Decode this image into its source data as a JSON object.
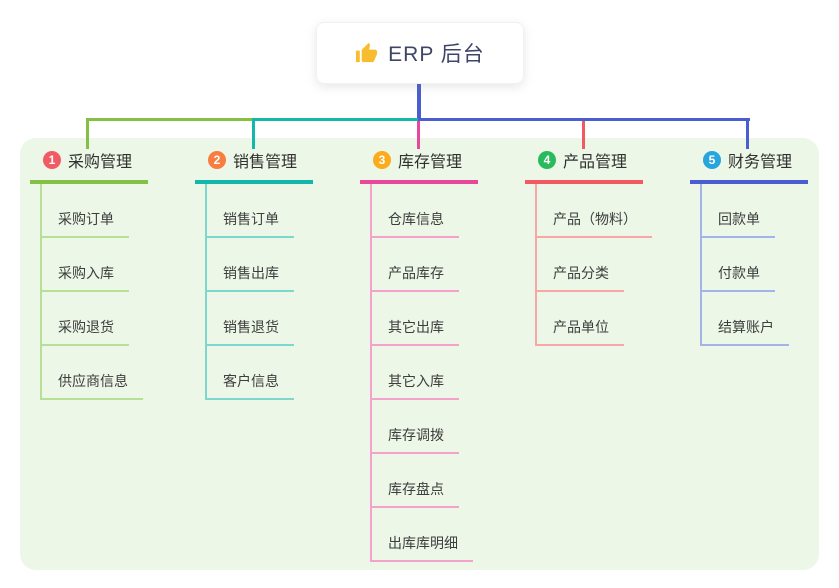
{
  "root": {
    "label": "ERP 后台",
    "icon": "thumbs-up-icon",
    "icon_color": "#f7bd2f"
  },
  "branches": [
    {
      "label": "采购管理",
      "badge": "1",
      "badge_color": "#f15b64",
      "line_color": "#83c044",
      "child_line_color": "#b8df97",
      "children": [
        "采购订单",
        "采购入库",
        "采购退货",
        "供应商信息"
      ]
    },
    {
      "label": "销售管理",
      "badge": "2",
      "badge_color": "#f87d41",
      "line_color": "#14b8ab",
      "child_line_color": "#7ed7cd",
      "children": [
        "销售订单",
        "销售出库",
        "销售退货",
        "客户信息"
      ]
    },
    {
      "label": "库存管理",
      "badge": "3",
      "badge_color": "#fbab1c",
      "line_color": "#e8489b",
      "child_line_color": "#f3a2cb",
      "children": [
        "仓库信息",
        "产品库存",
        "其它出库",
        "其它入库",
        "库存调拨",
        "库存盘点",
        "出库库明细"
      ]
    },
    {
      "label": "产品管理",
      "badge": "4",
      "badge_color": "#2aba5e",
      "line_color": "#f15b60",
      "child_line_color": "#f9a6a6",
      "children": [
        "产品（物料）",
        "产品分类",
        "产品单位"
      ]
    },
    {
      "label": "财务管理",
      "badge": "5",
      "badge_color": "#27a5dc",
      "line_color": "#4a5ed1",
      "child_line_color": "#a2b4ea",
      "children": [
        "回款单",
        "付款单",
        "结算账户"
      ]
    }
  ],
  "connectors": {
    "root_line_color": "#4a5ed1",
    "top_segment_colors": [
      "#83c044",
      "#14b8ab",
      "#4a5ed1"
    ],
    "drop_colors": [
      "#83c044",
      "#14b8ab",
      "#e8489b",
      "#f15b60",
      "#4a5ed1"
    ]
  },
  "panel_color": "#ecf7e7"
}
